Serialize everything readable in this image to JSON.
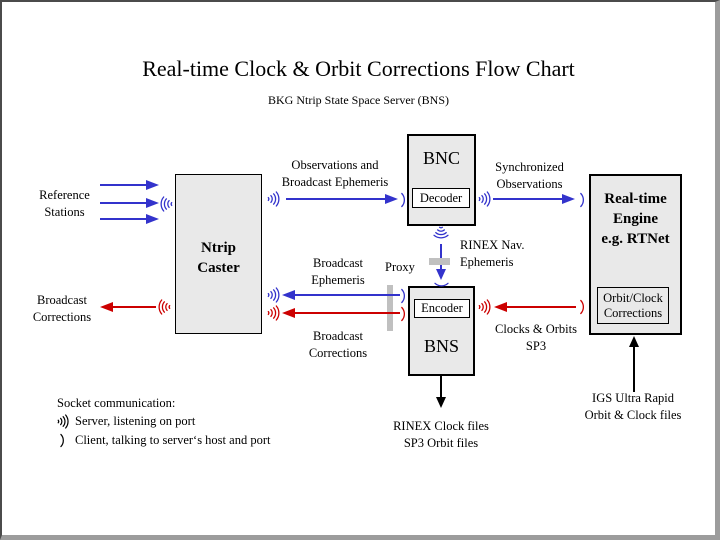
{
  "title": "Real-time Clock & Orbit Corrections Flow Chart",
  "subtitle": "BKG Ntrip State Space Server (BNS)",
  "colors": {
    "arrow_blue": "#3333cc",
    "arrow_red": "#cc0000",
    "arrow_black": "#000000",
    "box_fill": "#e9e9e9",
    "box_border": "#000000",
    "proxy_bar": "#c0c0c0",
    "frame_dark": "#4b4b4b",
    "frame_light": "#9c9c9c"
  },
  "boxes": {
    "ntrip_caster": {
      "line1": "Ntrip",
      "line2": "Caster"
    },
    "bnc": {
      "title": "BNC",
      "sub": "Decoder"
    },
    "bns": {
      "title": "BNS",
      "sub": "Encoder"
    },
    "engine": {
      "line1": "Real-time",
      "line2": "Engine",
      "line3": "e.g. RTNet",
      "sub_line1": "Orbit/Clock",
      "sub_line2": "Corrections"
    }
  },
  "labels": {
    "reference_stations": [
      "Reference",
      "Stations"
    ],
    "broadcast_corrections_left": [
      "Broadcast",
      "Corrections"
    ],
    "observations": [
      "Observations and",
      "Broadcast Ephemeris"
    ],
    "synchronized": [
      "Synchronized",
      "Observations"
    ],
    "rinex_nav": [
      "RINEX Nav.",
      "Ephemeris"
    ],
    "broadcast_ephemeris": [
      "Broadcast",
      "Ephemeris"
    ],
    "proxy": "Proxy",
    "broadcast_corrections_mid": [
      "Broadcast",
      "Corrections"
    ],
    "clocks_orbits": [
      "Clocks & Orbits",
      "SP3"
    ],
    "rinex_files": [
      "RINEX Clock files",
      "SP3 Orbit files"
    ],
    "igs": [
      "IGS Ultra Rapid",
      "Orbit & Clock files"
    ]
  },
  "legend": {
    "title": "Socket communication:",
    "server": "Server, listening on port",
    "client": "Client, talking to server‘s host and port"
  }
}
